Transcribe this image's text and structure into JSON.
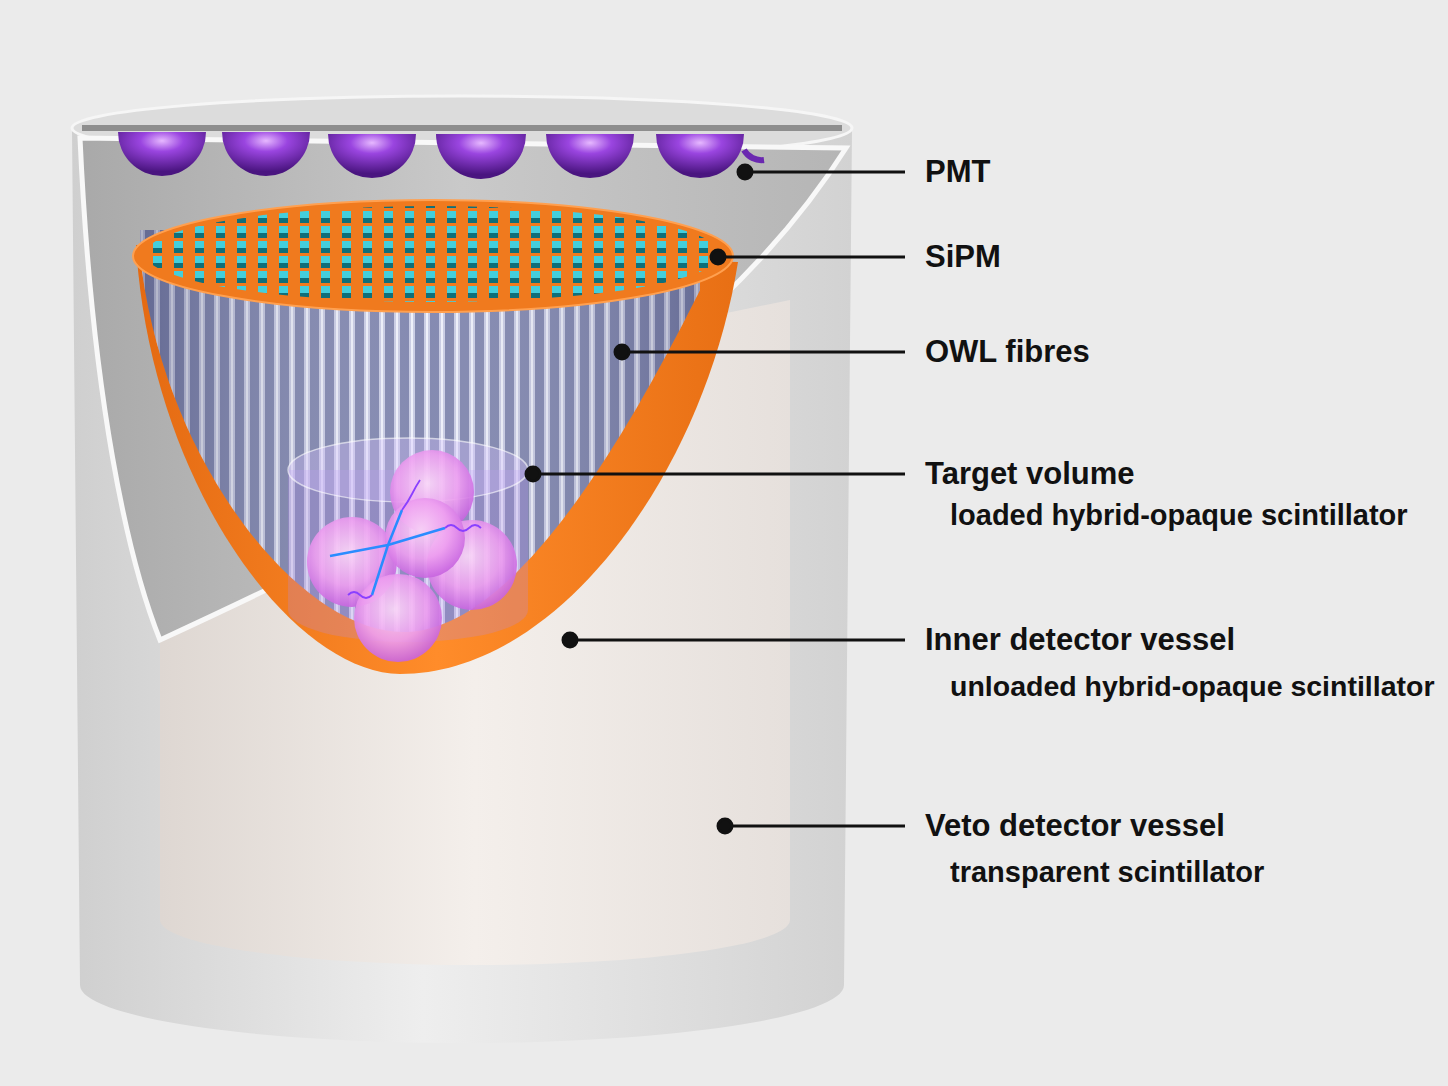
{
  "diagram": {
    "labels": [
      "PMT",
      "SiPM",
      "OWL fibres",
      "Target volume",
      "loaded hybrid-opaque scintillator",
      "Inner detector vessel",
      "unloaded hybrid-opaque scintillator",
      "Veto detector vessel",
      "transparent scintillator"
    ]
  }
}
